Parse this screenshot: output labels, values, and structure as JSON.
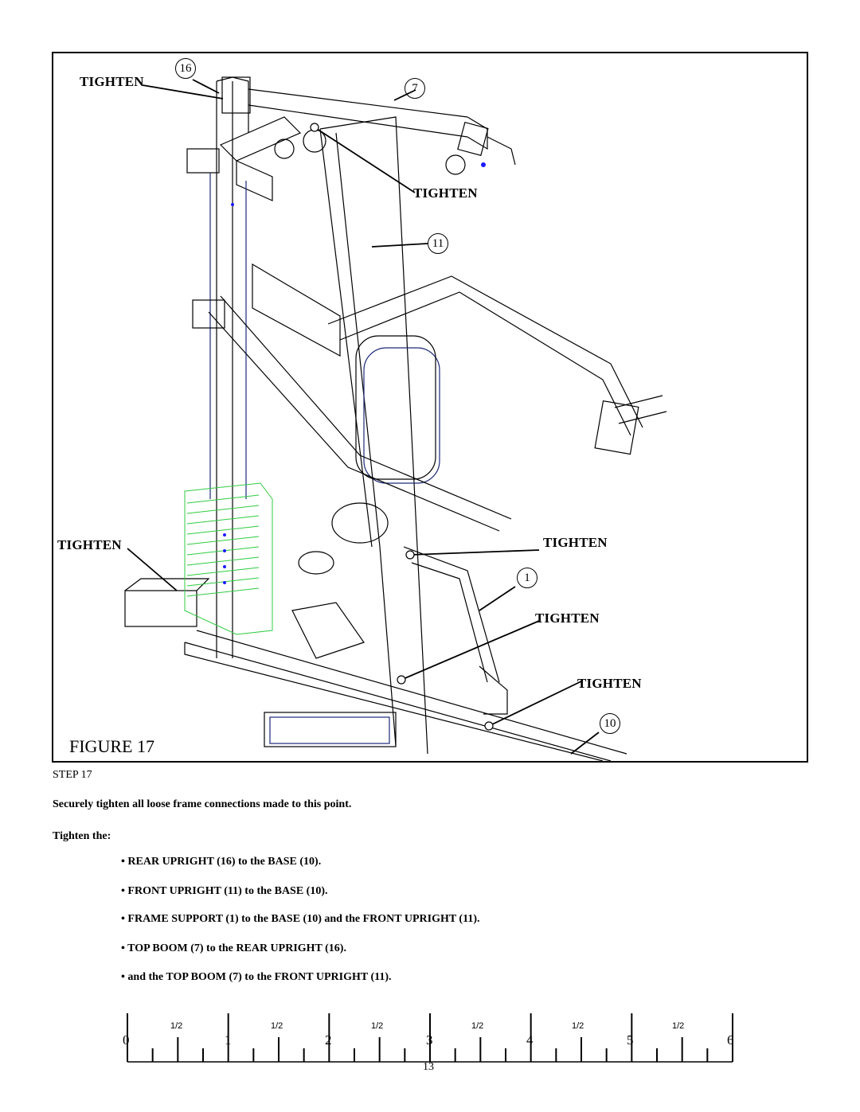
{
  "figure": {
    "label": "FIGURE 17",
    "callouts": {
      "tighten_top_left": "TIGHTEN",
      "tighten_mid_right": "TIGHTEN",
      "tighten_lower_left": "TIGHTEN",
      "tighten_lower_right_1": "TIGHTEN",
      "tighten_lower_right_2": "TIGHTEN",
      "tighten_lower_right_3": "TIGHTEN"
    },
    "part_numbers": {
      "rear_upright": "16",
      "top_boom": "7",
      "front_upright": "11",
      "frame_support": "1",
      "base": "10"
    }
  },
  "step": "STEP 17",
  "instruction": "Securely tighten all loose frame connections made to this point.",
  "tighten_intro": "Tighten the:",
  "bullets": [
    "• REAR UPRIGHT (16) to the BASE (10).",
    "• FRONT UPRIGHT (11) to the BASE (10).",
    "• FRAME SUPPORT (1) to the BASE (10) and the FRONT UPRIGHT (11).",
    "• TOP BOOM (7) to the REAR UPRIGHT (16).",
    "• and the TOP BOOM (7) to the FRONT UPRIGHT (11)."
  ],
  "ruler": {
    "numbers": [
      "0",
      "1",
      "2",
      "3",
      "4",
      "5",
      "6"
    ],
    "half_label": "1/2"
  },
  "page_number": "13",
  "colors": {
    "ink": "#000000",
    "weight_stack": "#2ecc40",
    "accent_blue": "#1a1aff",
    "parts_navy": "#1c2a7a"
  }
}
